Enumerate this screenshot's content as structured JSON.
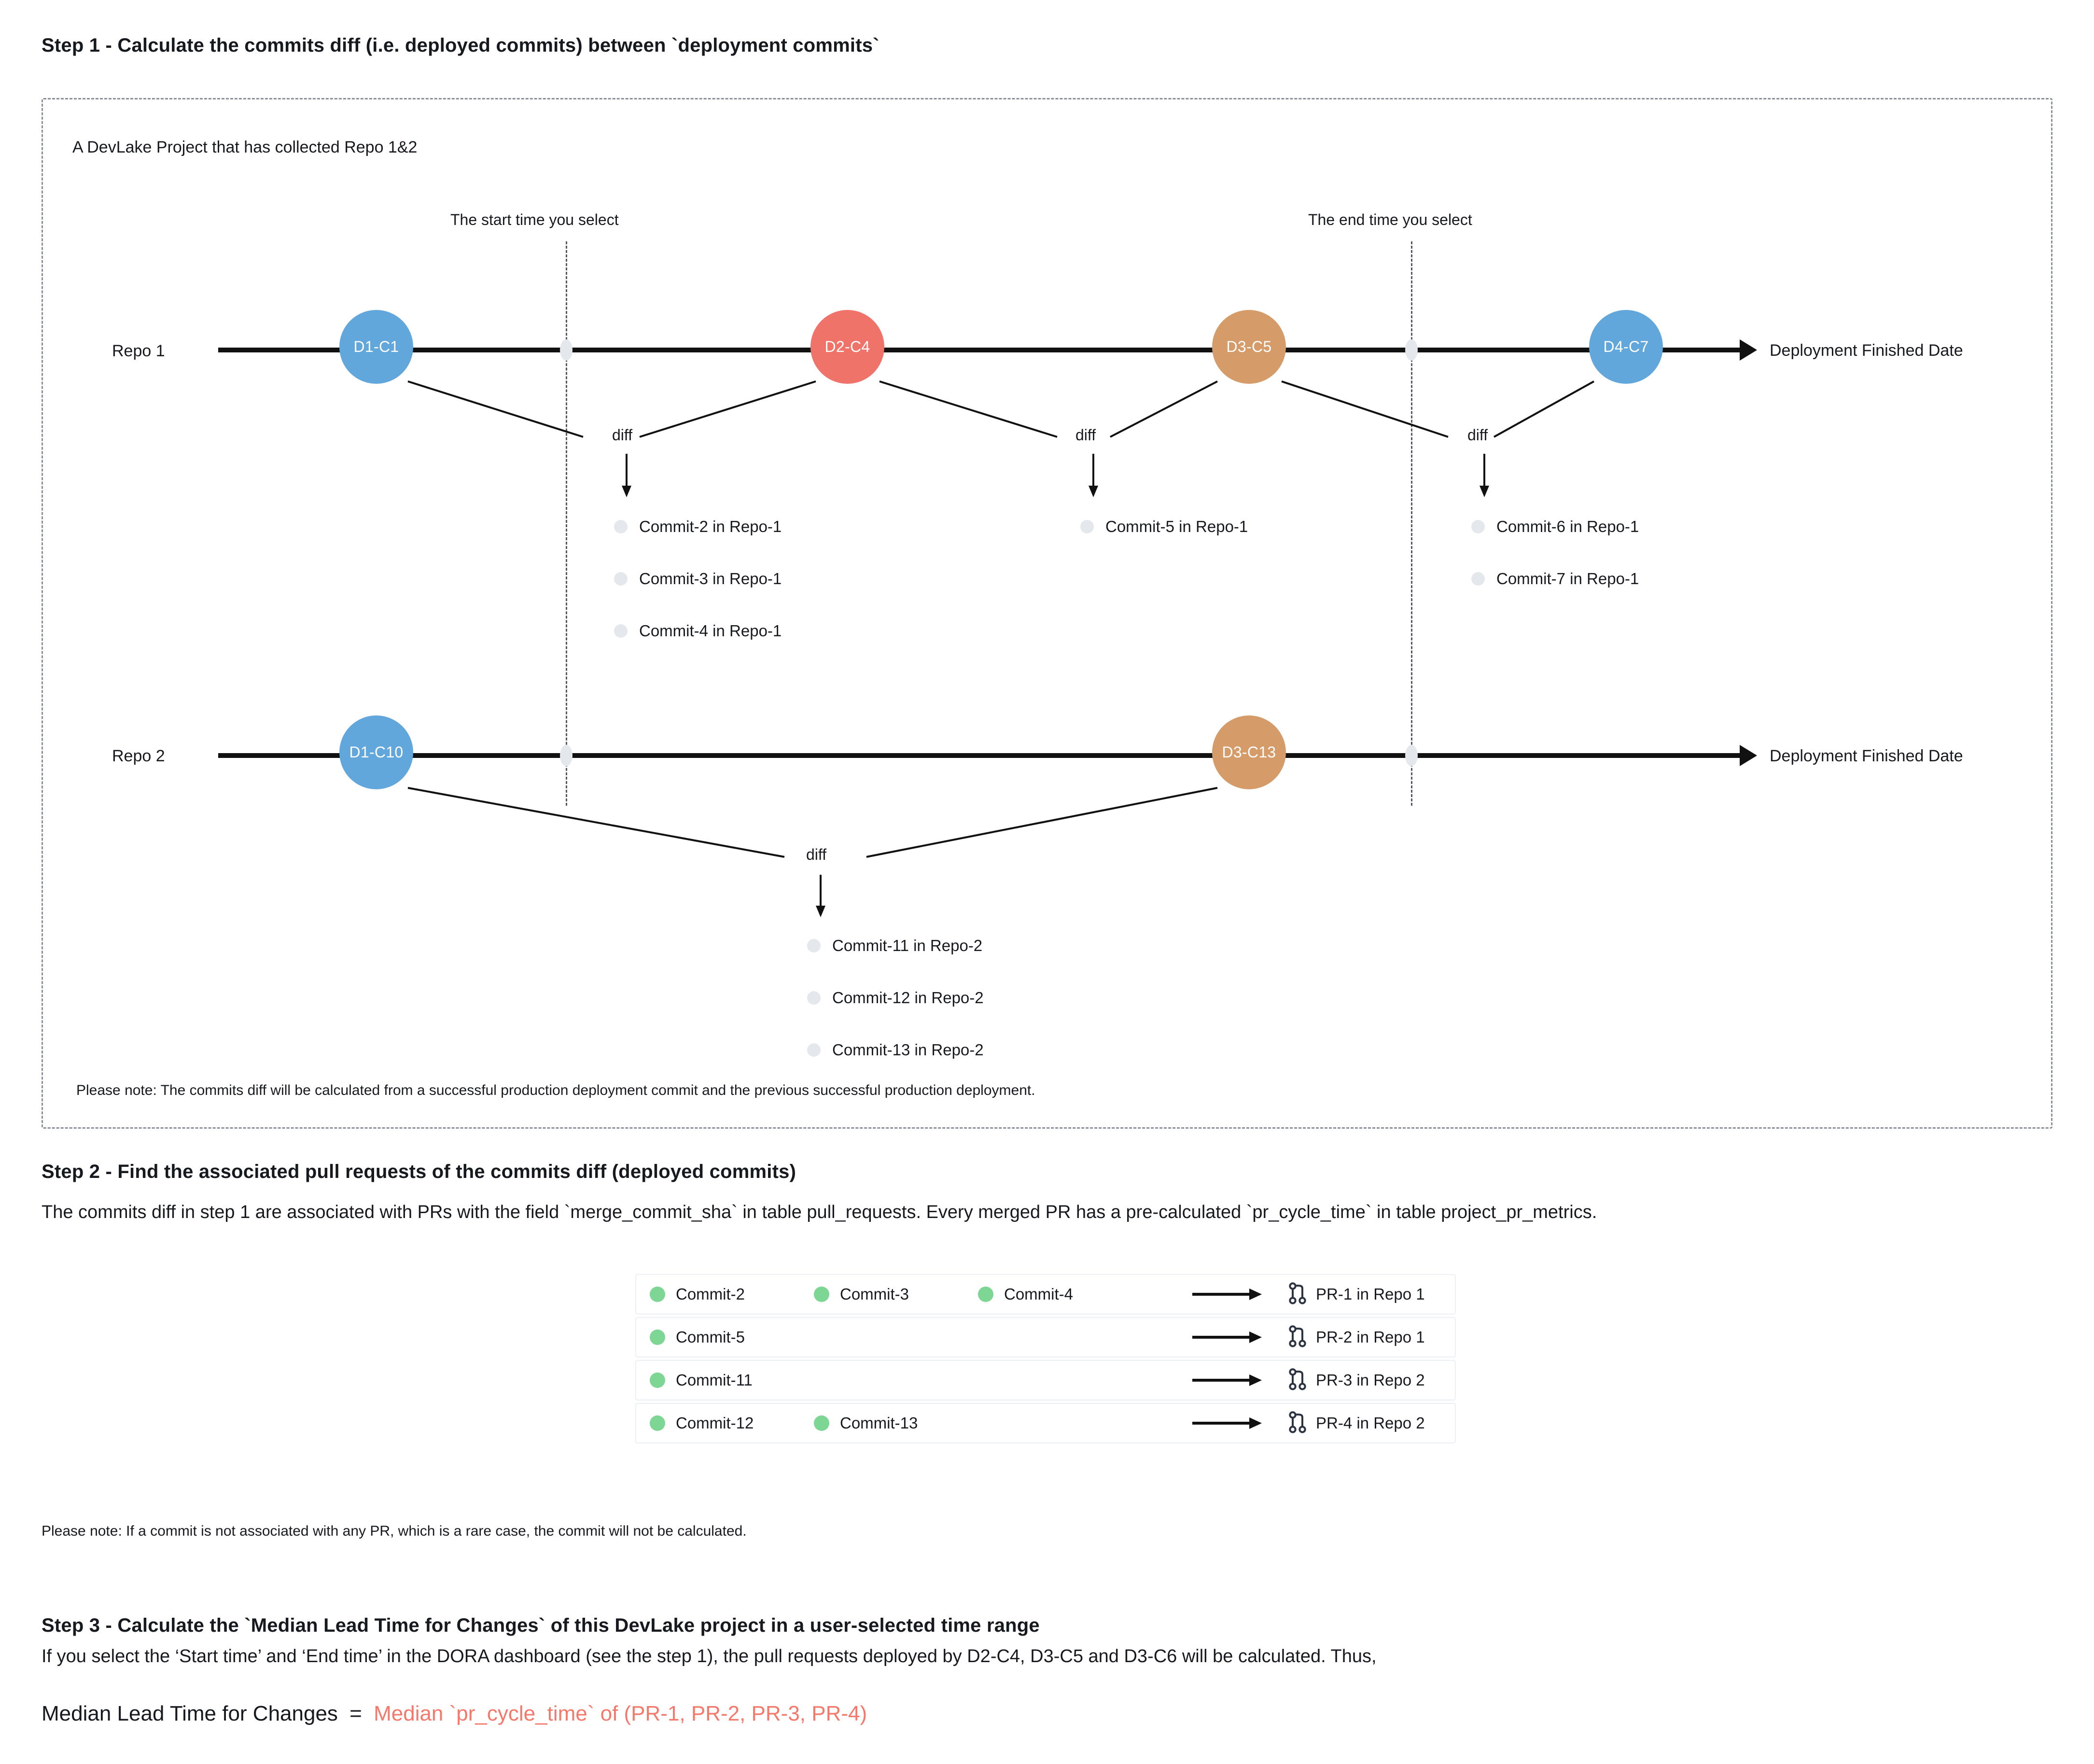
{
  "steps": {
    "step1": {
      "title": "Step 1 - Calculate the commits diff (i.e. deployed commits) between `deployment commits`",
      "box_caption": "A DevLake Project that has collected Repo 1&2",
      "note": "Please note: The commits diff will be calculated from a successful production deployment commit and the previous successful production deployment."
    },
    "step2": {
      "title": "Step 2 - Find the associated pull requests of the commits diff (deployed commits)",
      "para": "The commits diff in step 1 are associated with PRs with the field `merge_commit_sha` in table pull_requests. Every merged PR has a pre-calculated `pr_cycle_time` in table project_pr_metrics.",
      "note": "Please note: If a commit is not associated with any PR, which is a rare case, the commit will not be calculated."
    },
    "step3": {
      "title": "Step 3 - Calculate the `Median Lead Time for Changes` of this DevLake project in a user-selected time range",
      "para": "If you select the ‘Start time’ and ‘End time’ in the DORA dashboard (see the step 1), the pull requests deployed by D2-C4, D3-C5 and D3-C6 will be calculated. Thus,",
      "formula_left": "Median Lead Time for Changes",
      "formula_eq": "=",
      "formula_right": "Median `pr_cycle_time` of (PR-1, PR-2, PR-3, PR-4)"
    }
  },
  "timeline": {
    "start_marker_label": "The start time you select",
    "end_marker_label": "The end time you select",
    "axis_label": "Deployment Finished Date",
    "diff_label": "diff",
    "repos": [
      {
        "name": "Repo 1",
        "nodes": [
          {
            "label": "D1-C1",
            "color": "#62A7DB"
          },
          {
            "label": "D2-C4",
            "color": "#F0736A"
          },
          {
            "label": "D3-C5",
            "color": "#D59C6A"
          },
          {
            "label": "D4-C7",
            "color": "#62A7DB"
          }
        ],
        "diff_groups": [
          {
            "commits": [
              "Commit-2 in Repo-1",
              "Commit-3 in Repo-1",
              "Commit-4 in Repo-1"
            ]
          },
          {
            "commits": [
              "Commit-5 in Repo-1"
            ]
          },
          {
            "commits": [
              "Commit-6 in Repo-1",
              "Commit-7 in Repo-1"
            ]
          }
        ]
      },
      {
        "name": "Repo 2",
        "nodes": [
          {
            "label": "D1-C10",
            "color": "#62A7DB"
          },
          {
            "label": "D3-C13",
            "color": "#D59C6A"
          }
        ],
        "diff_groups": [
          {
            "commits": [
              "Commit-11 in Repo-2",
              "Commit-12 in Repo-2",
              "Commit-13 in Repo-2"
            ]
          }
        ]
      }
    ]
  },
  "pr_table": {
    "rows": [
      {
        "commits": [
          "Commit-2",
          "Commit-3",
          "Commit-4"
        ],
        "target": "PR-1 in Repo 1"
      },
      {
        "commits": [
          "Commit-5"
        ],
        "target": "PR-2 in Repo 1"
      },
      {
        "commits": [
          "Commit-11"
        ],
        "target": "PR-3 in Repo 2"
      },
      {
        "commits": [
          "Commit-12",
          "Commit-13"
        ],
        "target": "PR-4 in Repo 2"
      }
    ]
  },
  "colors": {
    "blue": "#62A7DB",
    "red": "#F0736A",
    "orange": "#D59C6A",
    "green_commit": "#7ED694",
    "grey_dot": "#e4e8ec",
    "accent_text": "#F4796B"
  },
  "icons": {
    "pull_request": "pull-request-icon",
    "arrow": "arrow-right-icon"
  }
}
